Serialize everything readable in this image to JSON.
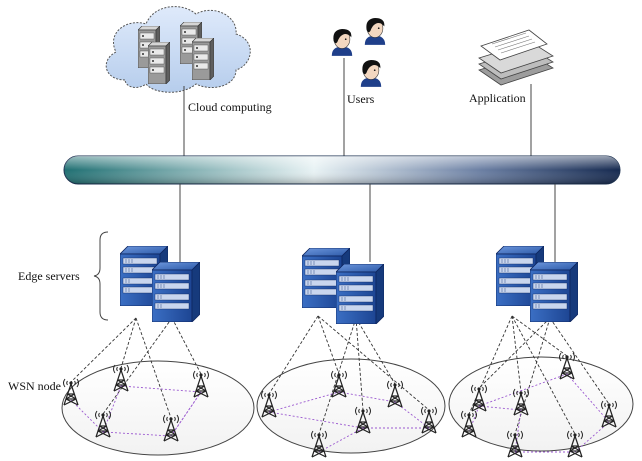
{
  "labels": {
    "cloud": "Cloud computing",
    "users": "Users",
    "application": "Application",
    "edge": "Edge servers",
    "wsn": "WSN node"
  },
  "icons": {
    "cloud": "cloud-icon",
    "server": "server-rack-icon",
    "user": "user-head-icon",
    "document": "document-stack-icon",
    "tower": "wsn-tower-icon"
  },
  "colors": {
    "bus_start": "#1f6f72",
    "bus_mid": "#e8f2f4",
    "bus_end": "#15294f",
    "cloud_fill": "#c9ddf5",
    "server_dark": "#1c3f86",
    "server_light": "#4d7fd0",
    "wsn_link": "#9b59d0"
  },
  "clusters": [
    {
      "name": "cluster-left"
    },
    {
      "name": "cluster-middle"
    },
    {
      "name": "cluster-right"
    }
  ]
}
